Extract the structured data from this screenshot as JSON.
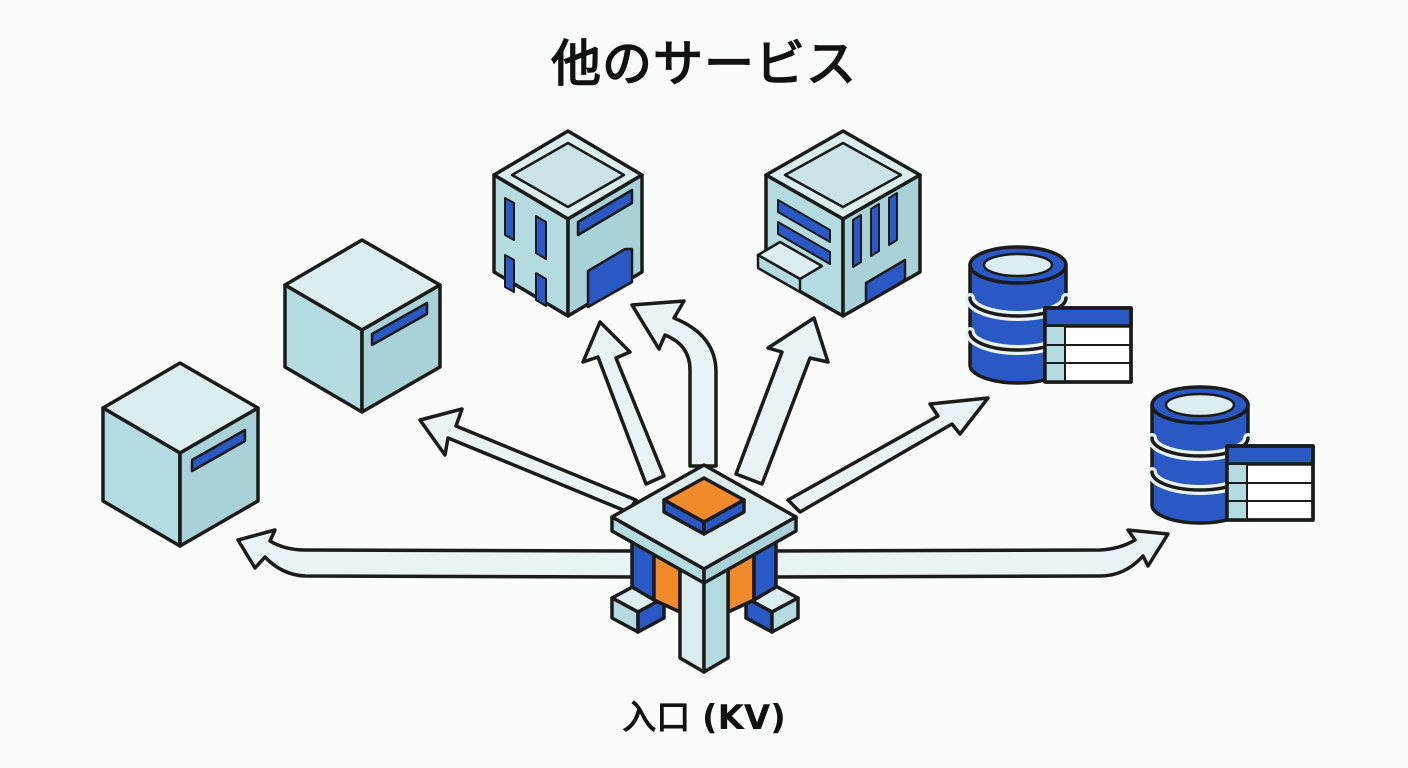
{
  "title": "他のサービス",
  "hub": {
    "label": "入口 (KV)"
  },
  "colors": {
    "outline": "#1b1b1b",
    "cube_face_top": "#dcedf0",
    "cube_face_left": "#b4dce0",
    "cube_face_right": "#a8d2d8",
    "accent_blue": "#2a58c4",
    "accent_orange": "#f08a2b",
    "arrow_fill": "#e9f3f6",
    "background": "#fafbfb"
  },
  "services": [
    {
      "kind": "cube",
      "icon": "storage-box-icon"
    },
    {
      "kind": "cube",
      "icon": "storage-box-icon"
    },
    {
      "kind": "building",
      "icon": "office-building-icon"
    },
    {
      "kind": "building",
      "icon": "office-building-icon"
    },
    {
      "kind": "database",
      "icon": "database-table-icon"
    },
    {
      "kind": "database",
      "icon": "database-table-icon"
    }
  ]
}
